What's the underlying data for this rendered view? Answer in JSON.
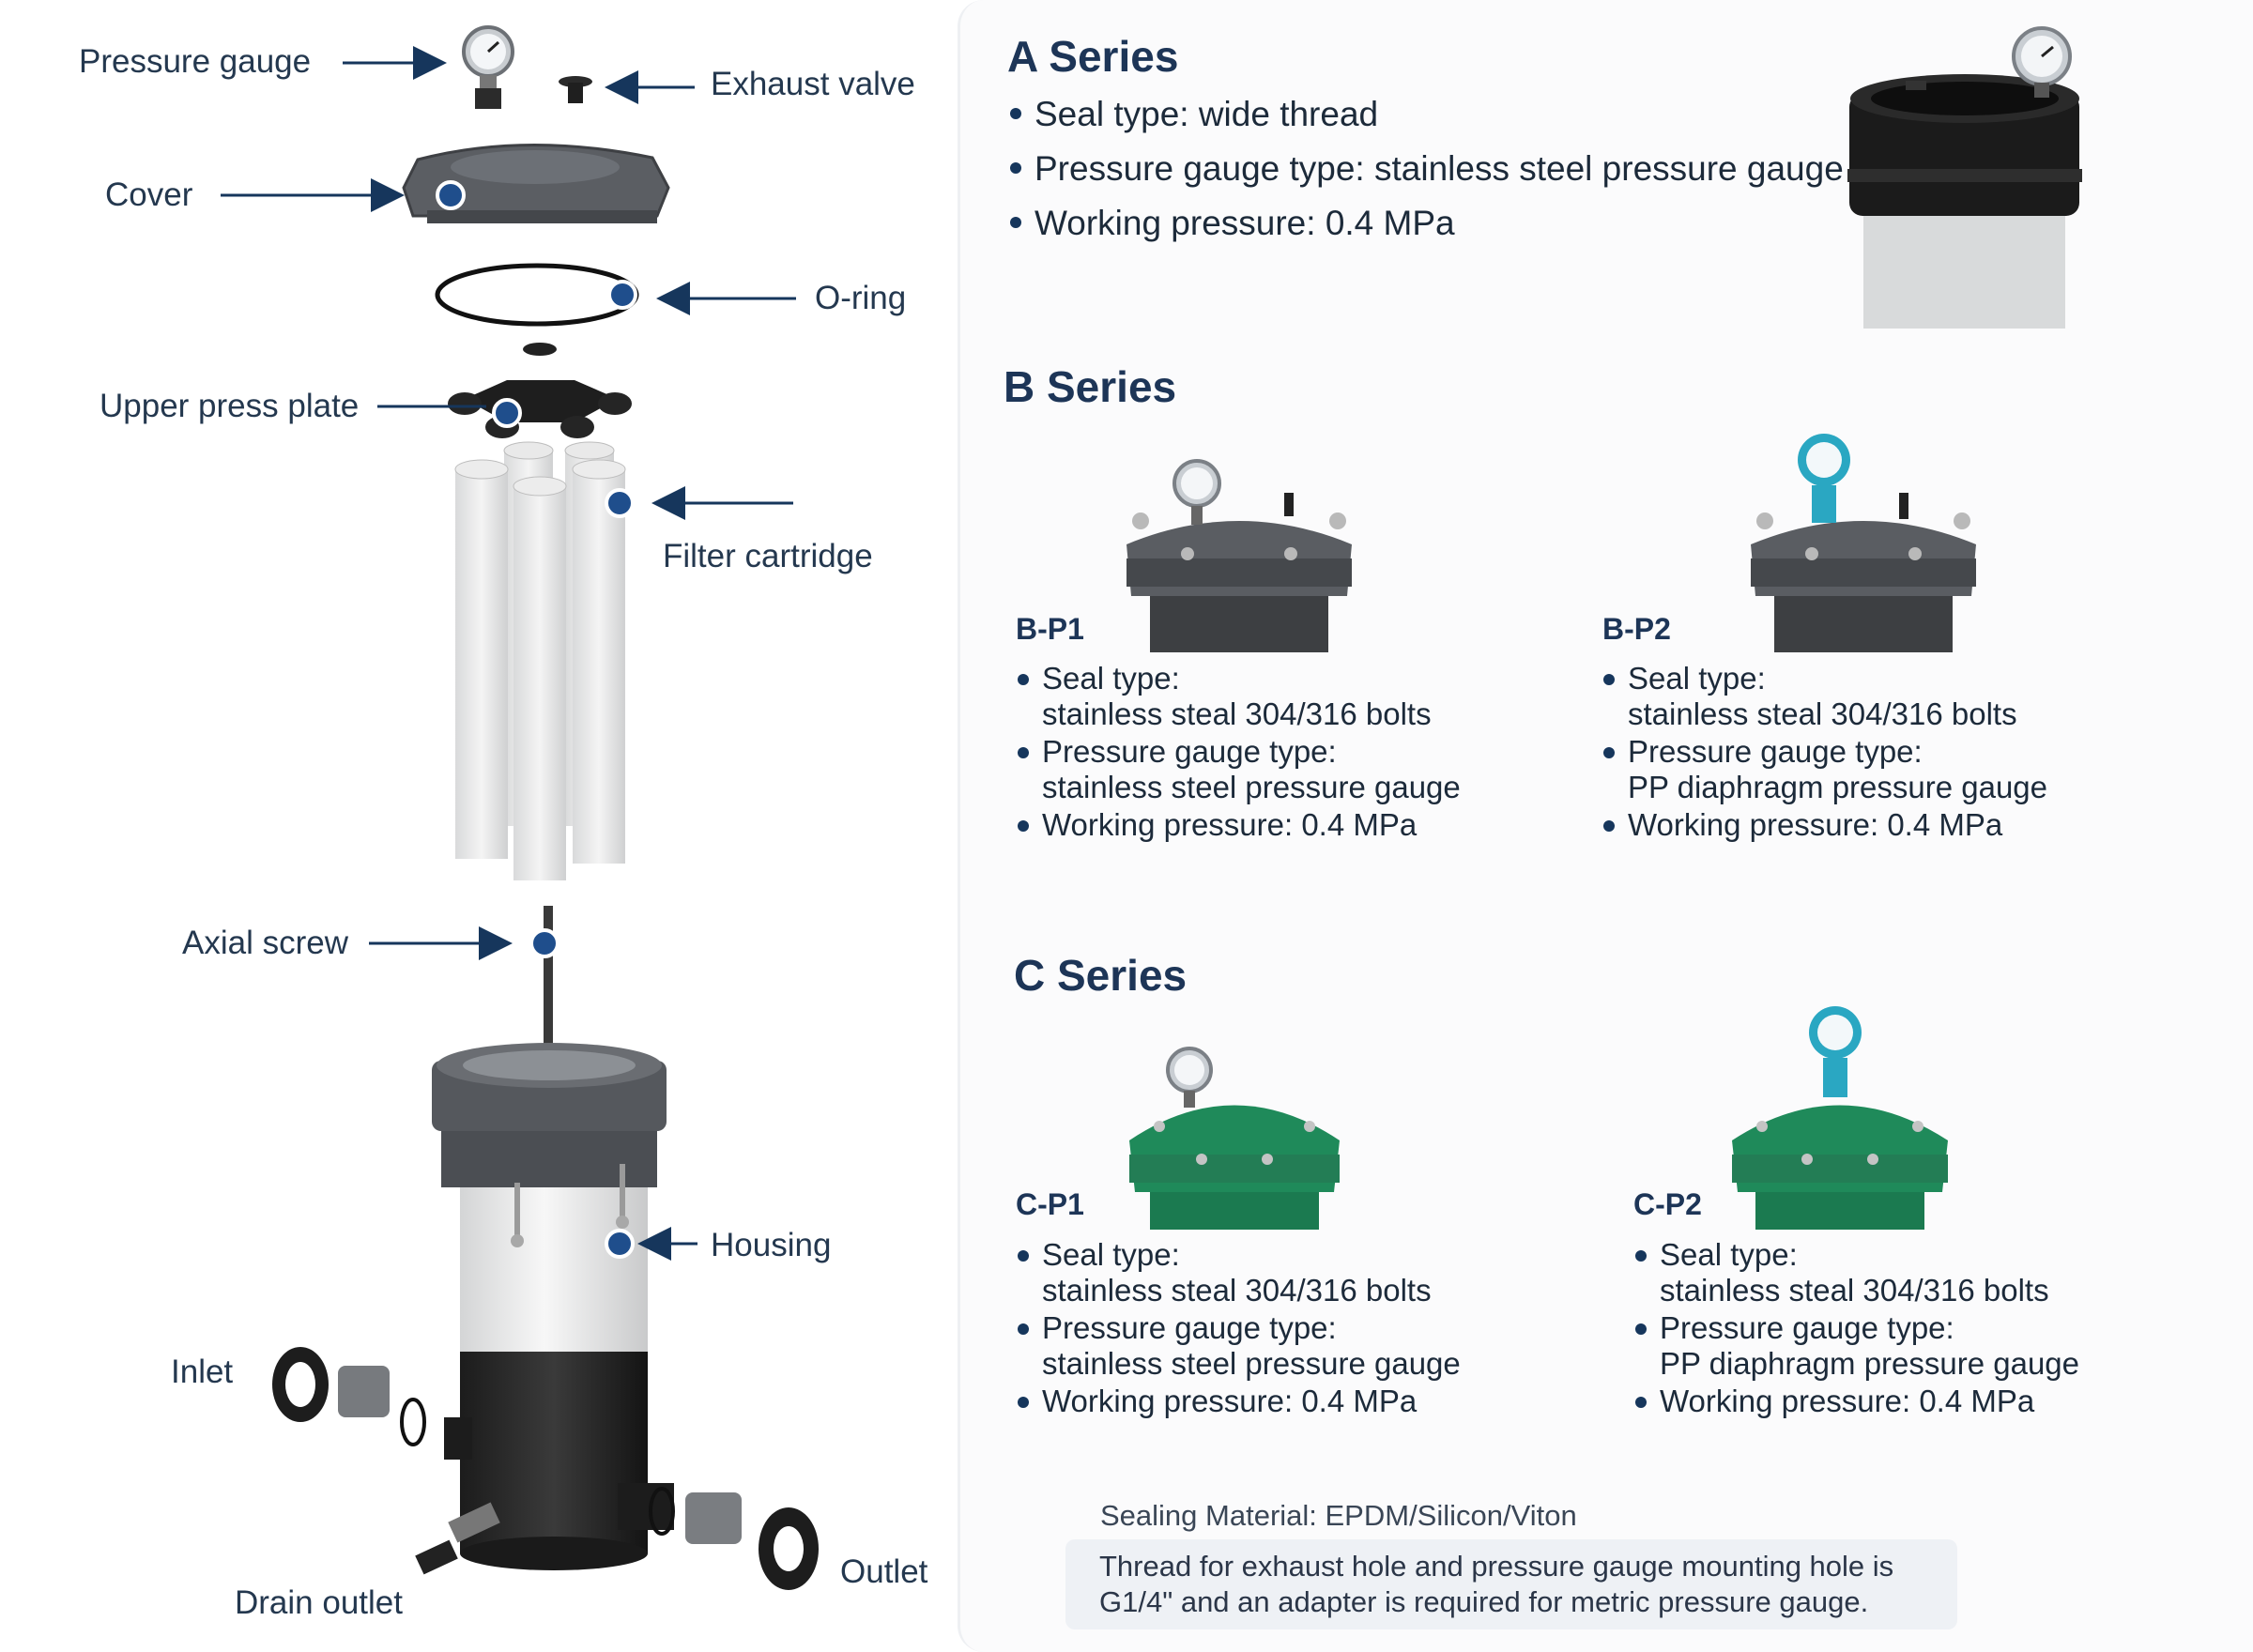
{
  "exploded_labels": {
    "pressure_gauge": "Pressure gauge",
    "exhaust_valve": "Exhaust valve",
    "cover": "Cover",
    "o_ring": "O-ring",
    "upper_press_plate": "Upper press plate",
    "filter_cartridge": "Filter cartridge",
    "axial_screw": "Axial screw",
    "housing": "Housing",
    "inlet": "Inlet",
    "drain_outlet": "Drain outlet",
    "outlet": "Outlet"
  },
  "series_a": {
    "title": "A Series",
    "specs": [
      "Seal type: wide thread",
      "Pressure gauge type: stainless steel pressure gauge",
      "Working pressure: 0.4 MPa"
    ]
  },
  "series_b": {
    "title": "B Series",
    "models": [
      {
        "name": "B-P1",
        "seal_label": "Seal type:",
        "seal_value": "stainless steal 304/316 bolts",
        "gauge_label": "Pressure gauge type:",
        "gauge_value": "stainless steel pressure gauge",
        "pressure": "Working pressure: 0.4 MPa"
      },
      {
        "name": "B-P2",
        "seal_label": "Seal type:",
        "seal_value": "stainless steal 304/316 bolts",
        "gauge_label": "Pressure gauge type:",
        "gauge_value": "PP diaphragm pressure gauge",
        "pressure": "Working pressure: 0.4 MPa"
      }
    ]
  },
  "series_c": {
    "title": "C Series",
    "models": [
      {
        "name": "C-P1",
        "seal_label": "Seal type:",
        "seal_value": "stainless steal 304/316 bolts",
        "gauge_label": "Pressure gauge type:",
        "gauge_value": "stainless steel pressure gauge",
        "pressure": "Working pressure: 0.4 MPa"
      },
      {
        "name": "C-P2",
        "seal_label": "Seal type:",
        "seal_value": "stainless steal 304/316 bolts",
        "gauge_label": "Pressure gauge type:",
        "gauge_value": "PP diaphragm pressure gauge",
        "pressure": "Working pressure: 0.4 MPa"
      }
    ]
  },
  "sealing_material": "Sealing Material: EPDM/Silicon/Viton",
  "thread_note": {
    "line1": "Thread for exhaust hole and pressure gauge mounting hole is",
    "line2": "G1/4\" and an adapter is required for metric pressure gauge."
  },
  "colors": {
    "accent": "#16365c",
    "housing_gray": "#55585d",
    "green": "#1f8a5a",
    "cyan_gauge": "#2aa7c2"
  }
}
